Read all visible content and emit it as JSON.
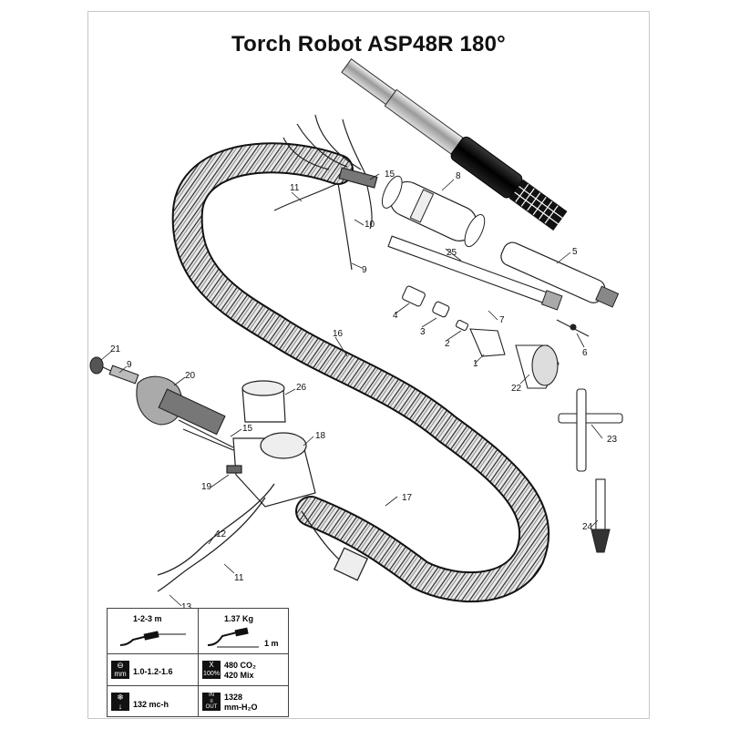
{
  "title": "Torch Robot ASP48R 180°",
  "callouts": [
    {
      "id": "15a",
      "label": "15"
    },
    {
      "id": "8",
      "label": "8"
    },
    {
      "id": "11a",
      "label": "11"
    },
    {
      "id": "10",
      "label": "10"
    },
    {
      "id": "25",
      "label": "25"
    },
    {
      "id": "5",
      "label": "5"
    },
    {
      "id": "9a",
      "label": "9"
    },
    {
      "id": "4",
      "label": "4"
    },
    {
      "id": "3",
      "label": "3"
    },
    {
      "id": "7",
      "label": "7"
    },
    {
      "id": "2",
      "label": "2"
    },
    {
      "id": "1",
      "label": "1"
    },
    {
      "id": "6",
      "label": "6"
    },
    {
      "id": "16",
      "label": "16"
    },
    {
      "id": "22",
      "label": "22"
    },
    {
      "id": "21",
      "label": "21"
    },
    {
      "id": "9b",
      "label": "9"
    },
    {
      "id": "20",
      "label": "20"
    },
    {
      "id": "26",
      "label": "26"
    },
    {
      "id": "23",
      "label": "23"
    },
    {
      "id": "15b",
      "label": "15"
    },
    {
      "id": "18",
      "label": "18"
    },
    {
      "id": "19",
      "label": "19"
    },
    {
      "id": "17",
      "label": "17"
    },
    {
      "id": "24",
      "label": "24"
    },
    {
      "id": "12",
      "label": "12"
    },
    {
      "id": "11b",
      "label": "11"
    },
    {
      "id": "13",
      "label": "13"
    }
  ],
  "specs": {
    "cable_length": "1-2-3 m",
    "weight": "1.37 Kg",
    "weight_length": "1 m",
    "wire_unit": "mm",
    "wire_diameters": "1.0-1.2-1.6",
    "duty_cycle": "100%",
    "duty_x": "X",
    "current_co2": "480 CO₂",
    "current_mix": "420 Mix",
    "coolant_flow": "132 mc-h",
    "coolant_in": "IN",
    "coolant_out": "OUT",
    "pressure_value": "1328",
    "pressure_unit": "mm-H₂O"
  }
}
